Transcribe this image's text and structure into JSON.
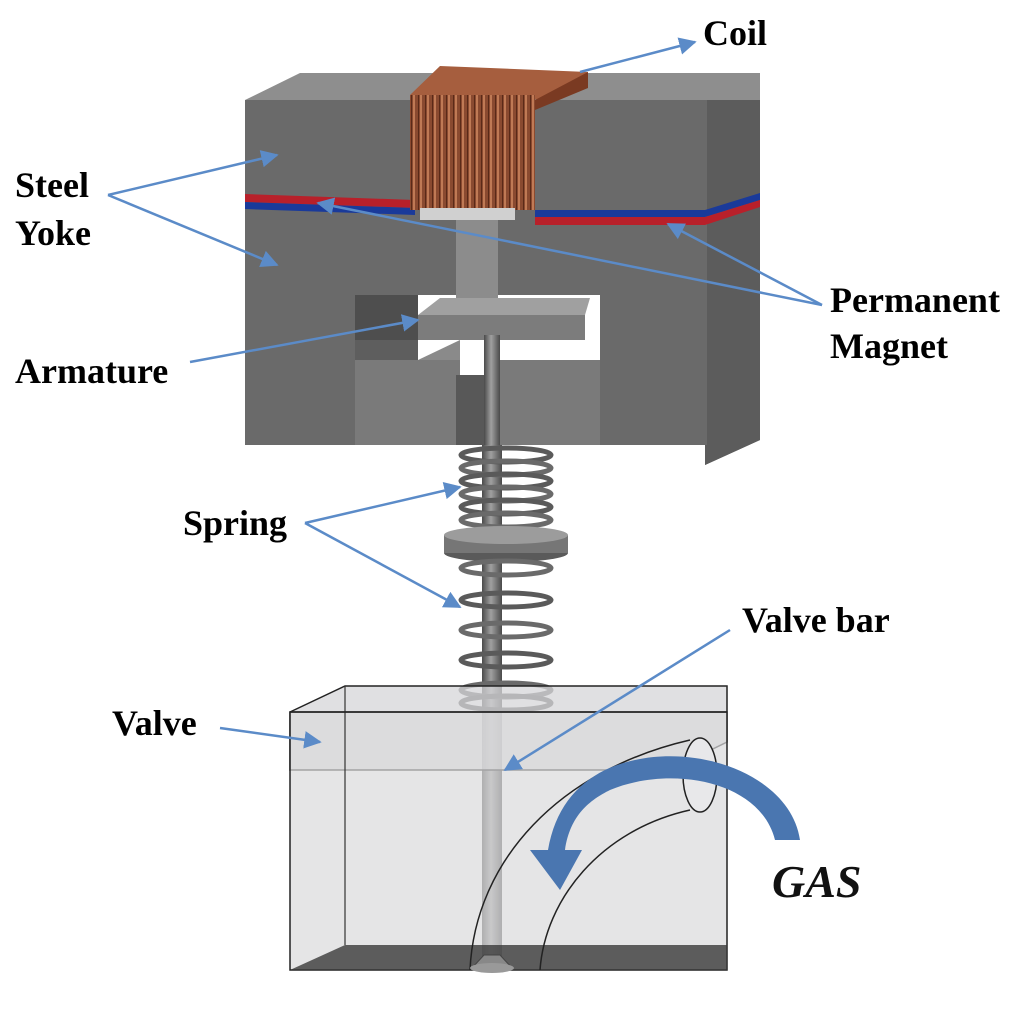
{
  "labels": {
    "coil": "Coil",
    "steel_line1": "Steel",
    "steel_line2": "Yoke",
    "armature": "Armature",
    "magnet_line1": "Permanent",
    "magnet_line2": "Magnet",
    "spring": "Spring",
    "valve_bar": "Valve bar",
    "valve": "Valve",
    "gas": "GAS"
  },
  "colors": {
    "label_arrow": "#5b8bc8",
    "steel": "#6a6a6a",
    "coil": "#8a4a30",
    "magnet_red": "#b8202a",
    "magnet_blue": "#1a3a9a",
    "gas_arrow": "#4a76b0",
    "valve_body": "#d6d6d8"
  }
}
